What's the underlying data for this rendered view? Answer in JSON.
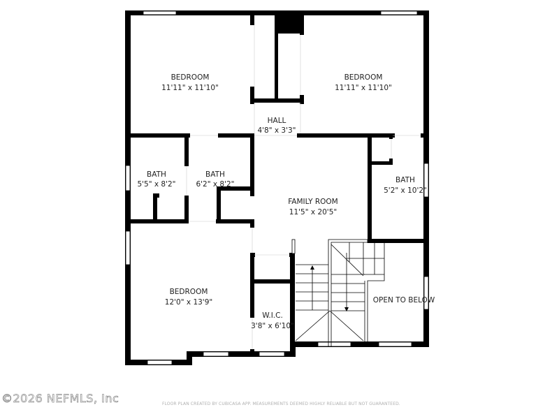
{
  "floor_plan": {
    "rooms": [
      {
        "id": "bedroom-nw",
        "name": "BEDROOM",
        "dims": "11'11\" x 11'10\""
      },
      {
        "id": "bedroom-ne",
        "name": "BEDROOM",
        "dims": "11'11\" x 11'10\""
      },
      {
        "id": "hall",
        "name": "HALL",
        "dims": "4'8\" x 3'3\""
      },
      {
        "id": "bath-1",
        "name": "BATH",
        "dims": "5'5\" x 8'2\""
      },
      {
        "id": "bath-2",
        "name": "BATH",
        "dims": "6'2\" x 8'2\""
      },
      {
        "id": "family-room",
        "name": "FAMILY ROOM",
        "dims": "11'5\" x 20'5\""
      },
      {
        "id": "bath-3",
        "name": "BATH",
        "dims": "5'2\" x 10'2\""
      },
      {
        "id": "bedroom-sw",
        "name": "BEDROOM",
        "dims": "12'0\" x 13'9\""
      },
      {
        "id": "wic",
        "name": "W.I.C.",
        "dims": "3'8\" x 6'10\""
      },
      {
        "id": "open-to-below",
        "name": "OPEN TO BELOW",
        "dims": ""
      }
    ],
    "colors": {
      "wall": "#000000",
      "background": "#ffffff",
      "label": "#222222"
    }
  },
  "footer": {
    "copyright": "©2026 NEFMLS, Inc",
    "disclaimer": "FLOOR PLAN CREATED BY CUBICASA APP. MEASUREMENTS DEEMED HIGHLY RELIABLE BUT NOT GUARANTEED."
  }
}
